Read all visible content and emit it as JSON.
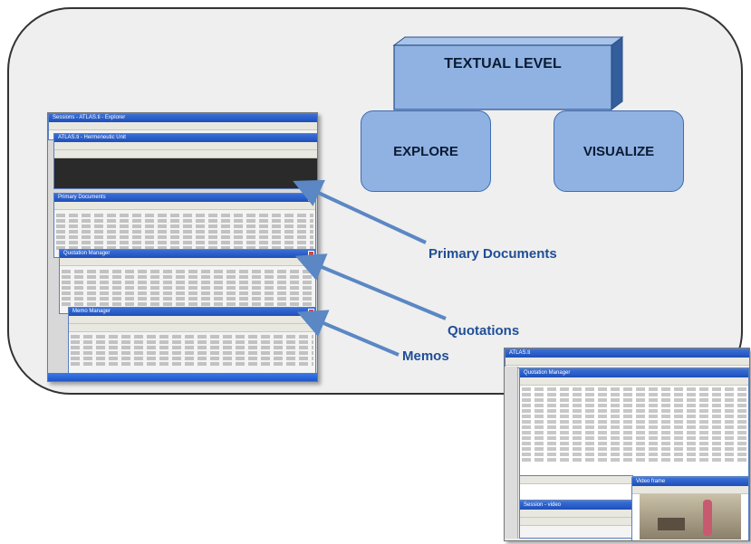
{
  "labels": {
    "textual_level": "TEXTUAL LEVEL",
    "explore": "EXPLORE",
    "visualize": "VISUALIZE",
    "primary_documents": "Primary  Documents",
    "quotations": "Quotations",
    "memos": "Memos"
  },
  "colors": {
    "box_fill": "#8fb2e2",
    "box_border": "#3f6db3",
    "label_text": "#1f4e96",
    "arrow": "#5b87c4",
    "panel_fill": "#efefef"
  }
}
